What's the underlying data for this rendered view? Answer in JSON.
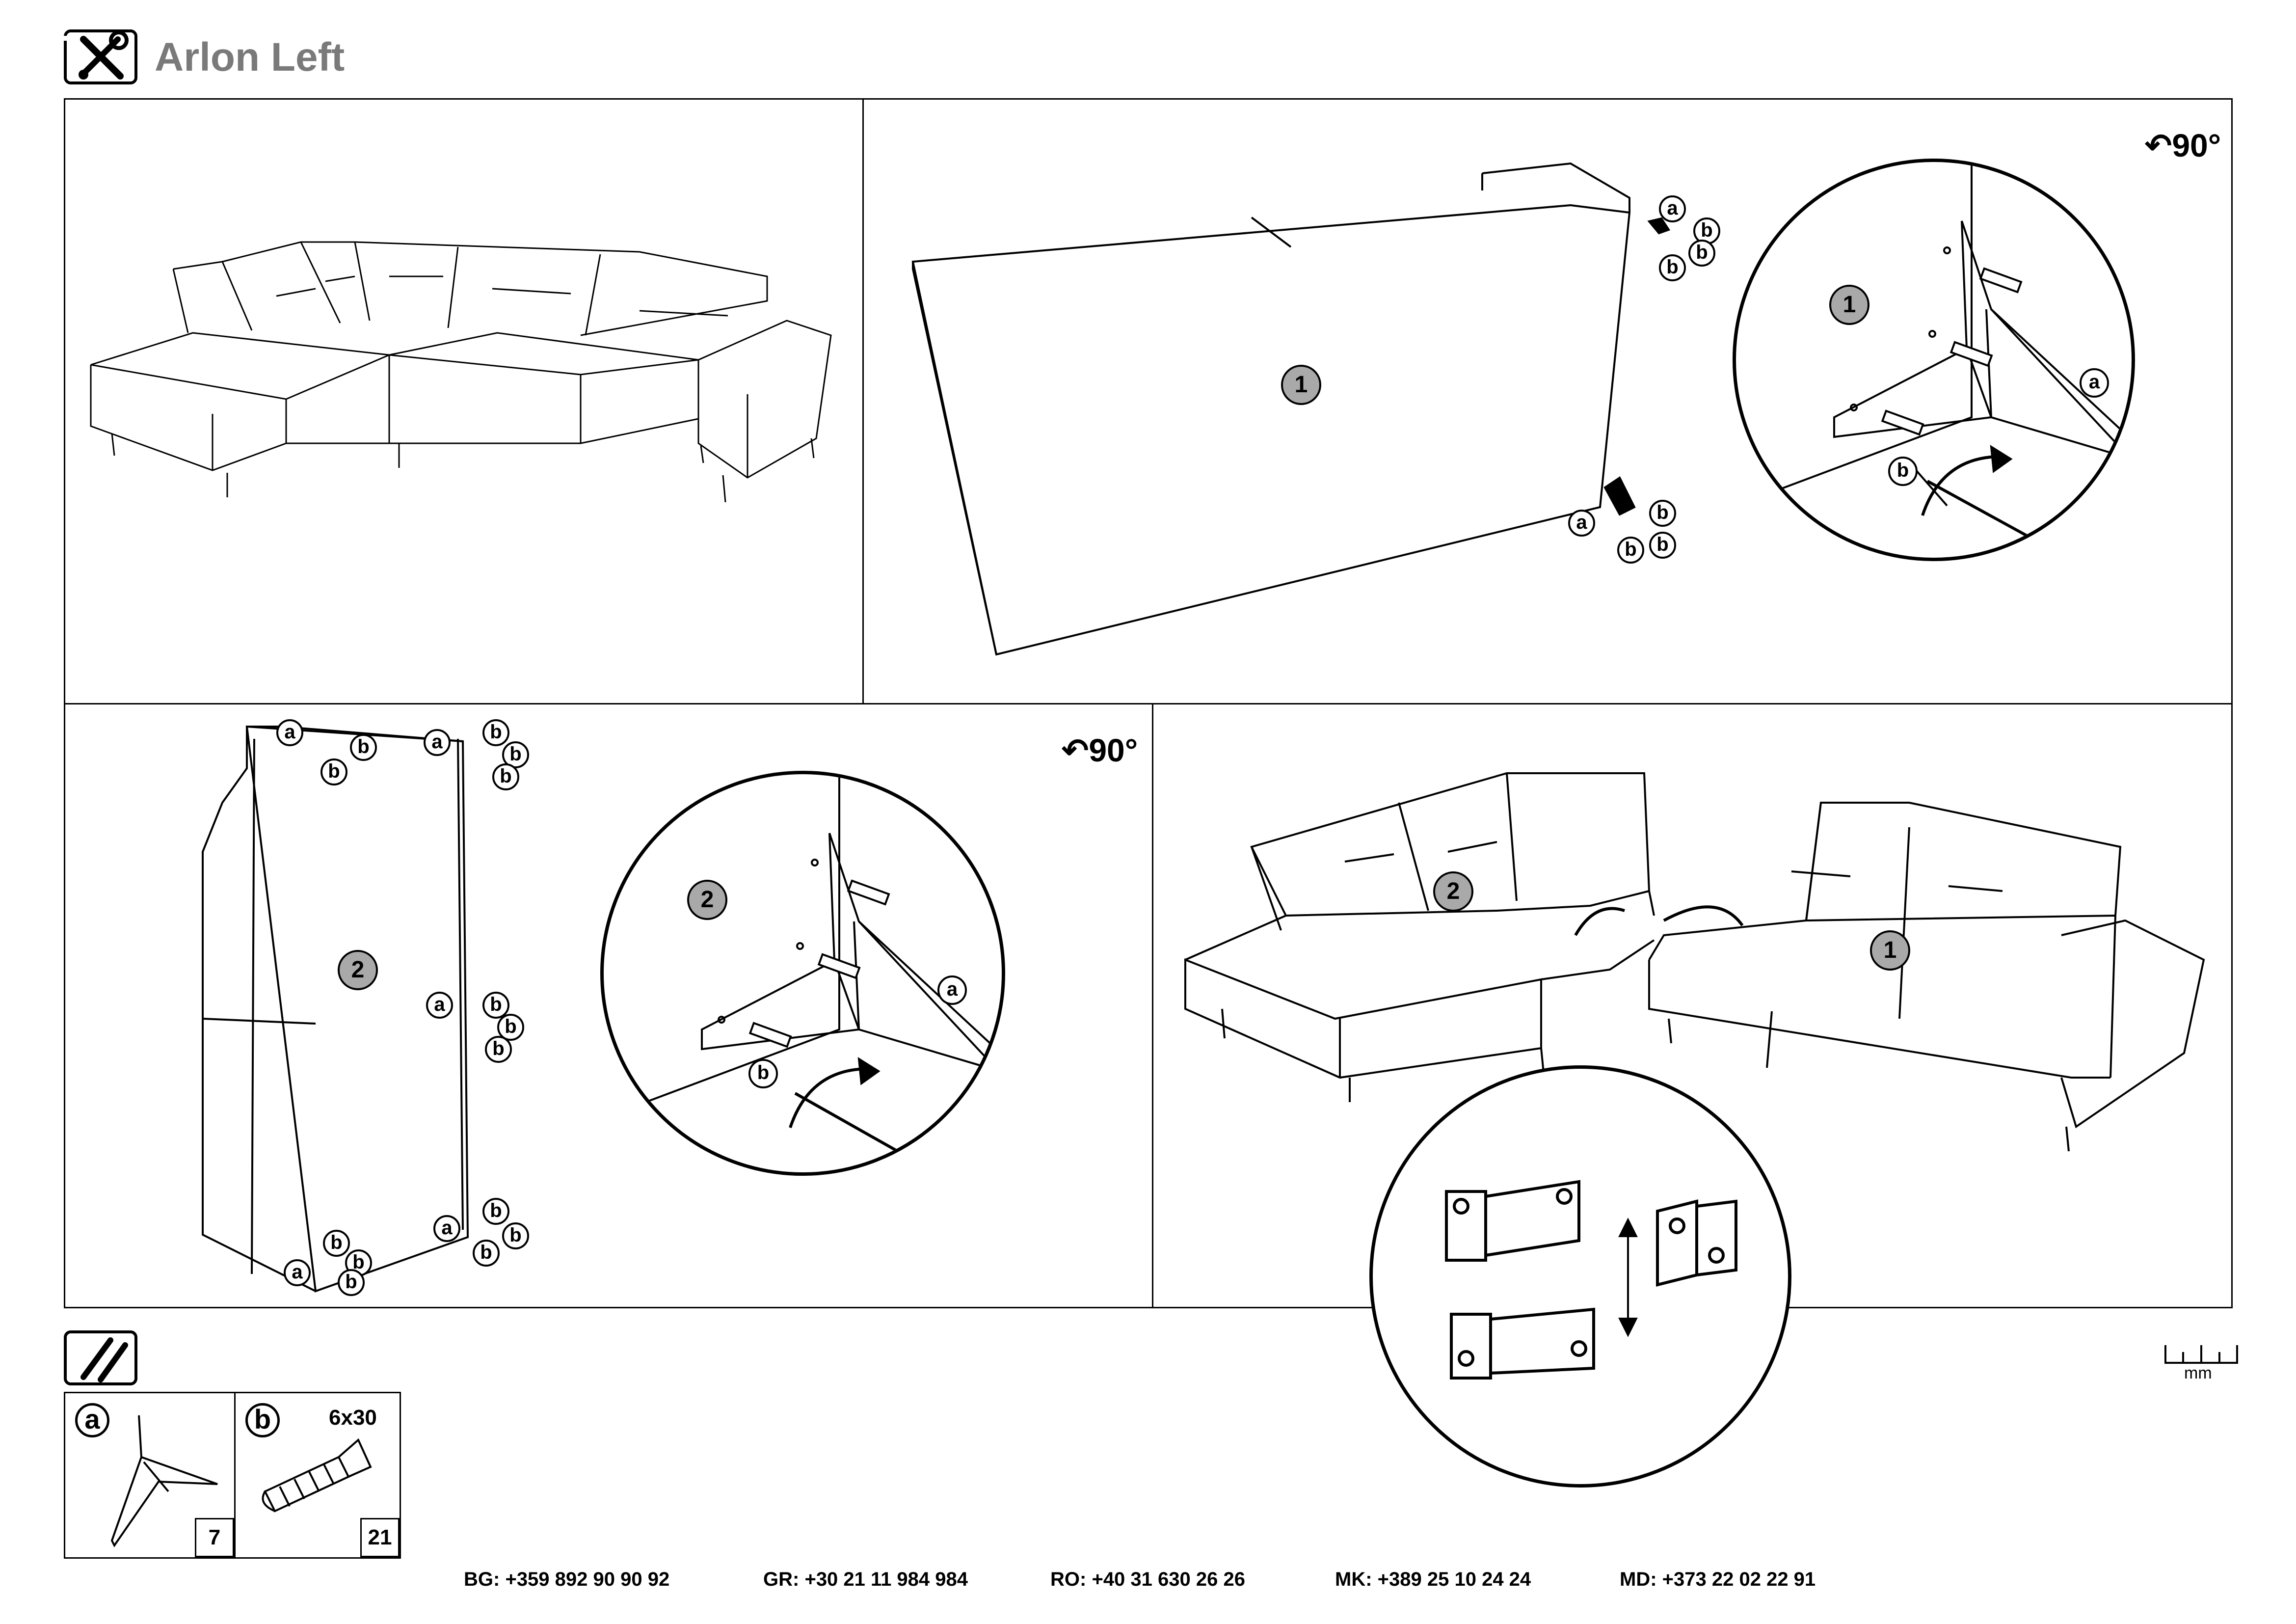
{
  "header": {
    "title": "Arlon Left",
    "tools_icon": "wrench-screwdriver-icon"
  },
  "steps": {
    "rotate_label_1": "90°",
    "rotate_label_2": "90°",
    "badge_1": "1",
    "badge_2": "2",
    "part_a": "a",
    "part_b": "b"
  },
  "parts": {
    "icon": "hardware-parts-icon",
    "items": [
      {
        "letter": "a",
        "name": "leg",
        "size": "",
        "count": "7"
      },
      {
        "letter": "b",
        "name": "screw",
        "size": "6x30",
        "count": "21"
      }
    ]
  },
  "scale": {
    "unit": "mm"
  },
  "contacts": [
    {
      "code": "BG:",
      "phone": "+359 892 90 90 92"
    },
    {
      "code": "GR:",
      "phone": "+30 21 11 984 984"
    },
    {
      "code": "RO:",
      "phone": "+40 31 630 26 26"
    },
    {
      "code": "MK:",
      "phone": "+389 25 10 24 24"
    },
    {
      "code": "MD:",
      "phone": "+373 22 02 22 91"
    }
  ]
}
